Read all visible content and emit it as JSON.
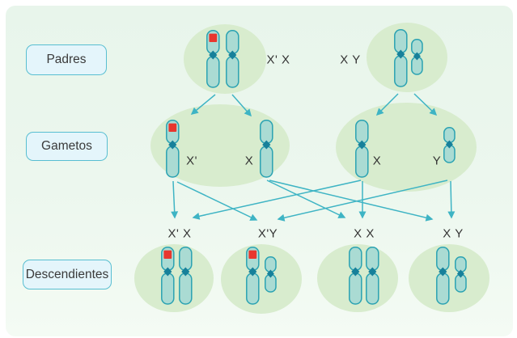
{
  "rows": {
    "parents": {
      "label": "Padres",
      "mother_genotype": "X' X",
      "father_genotype": "X Y"
    },
    "gametes": {
      "label": "Gametos",
      "mother": [
        "X'",
        "X"
      ],
      "father": [
        "X",
        "Y"
      ]
    },
    "offspring": {
      "label": "Descendientes",
      "genotypes": [
        "X' X",
        "X'Y",
        "X X",
        "X Y"
      ]
    }
  },
  "colors": {
    "background": "#eaf6ee",
    "cell_ellipse": "#d8ecce",
    "chromosome_fill": "#aadbd3",
    "chromosome_stroke": "#2aa2b2",
    "centromere": "#17809a",
    "mutation_band": "#e8362e",
    "arrow": "#3eb4c4",
    "label_box_fill": "#e4f5fb",
    "label_box_border": "#58bed1",
    "text": "#3a3a3a"
  }
}
